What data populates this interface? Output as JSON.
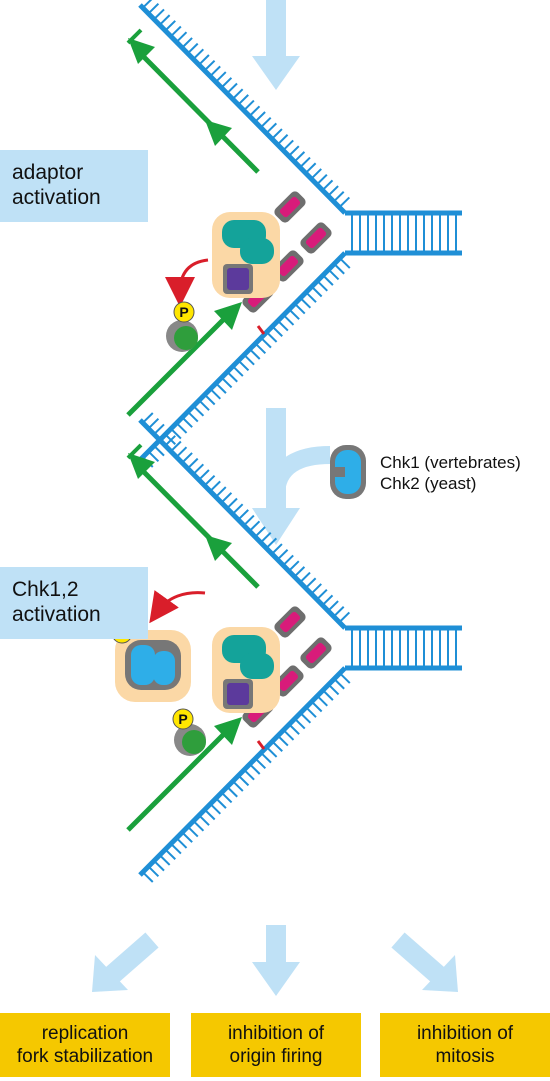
{
  "labels": {
    "adaptor_activation": "adaptor\nactivation",
    "chk_activation": "Chk1,2\nactivation"
  },
  "kinase_legend": {
    "line1": "Chk1 (vertebrates)",
    "line2": "Chk2 (yeast)"
  },
  "phospho_label": "P",
  "outcomes": [
    "replication\nfork stabilization",
    "inhibition of\norigin firing",
    "inhibition of\nmitosis"
  ],
  "colors": {
    "dna_blue": "#1f8fd6",
    "new_strand_green": "#1aa03c",
    "flow_arrow": "#bfe1f6",
    "label_box": "#bfe1f6",
    "outcome_box": "#f5c800",
    "rpa_magenta": "#d81b7a",
    "sensor_teal": "#14a39a",
    "adaptor_purple": "#5c3a9c",
    "chk_blue": "#2eaee8",
    "effector_green": "#2f9e3c",
    "phospho_yellow": "#ffe600",
    "transfer_arrow_red": "#d91e2a"
  }
}
